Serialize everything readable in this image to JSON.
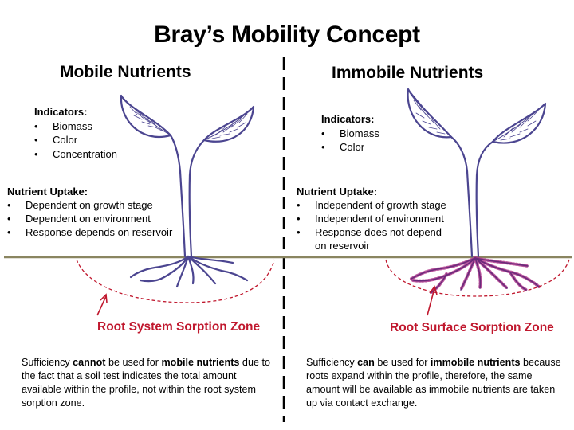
{
  "title": "Bray’s Mobility Concept",
  "left": {
    "heading": "Mobile Nutrients",
    "indicators_heading": "Indicators:",
    "indicators": [
      "Biomass",
      "Color",
      "Concentration"
    ],
    "uptake_heading": "Nutrient Uptake:",
    "uptake": [
      "Dependent on growth stage",
      "Dependent on environment",
      "Response depends on reservoir"
    ],
    "zone_label": "Root System Sorption Zone",
    "note": {
      "pre": "Sufficiency ",
      "b1": "cannot",
      "mid": " be used for ",
      "b2": "mobile nutrients",
      "post": " due to the fact that a soil test indicates the total amount available within the profile, not within the root system sorption zone."
    }
  },
  "right": {
    "heading": "Immobile Nutrients",
    "indicators_heading": "Indicators:",
    "indicators": [
      "Biomass",
      "Color"
    ],
    "uptake_heading": "Nutrient Uptake:",
    "uptake": [
      "Independent of growth stage",
      "Independent of environment",
      "Response does not depend on reservoir"
    ],
    "zone_label": "Root Surface Sorption Zone",
    "note": {
      "pre": "Sufficiency ",
      "b1": "can",
      "mid": " be used for ",
      "b2": "immobile nutrients",
      "post": " because roots expand within the profile, therefore, the same amount will be available as immobile nutrients are taken up via contact exchange."
    }
  },
  "colors": {
    "zone_red": "#c0182e",
    "plant_outline": "#4b4590",
    "root_purple": "#6a2a7a",
    "root_dots": "#b0388c",
    "soil_line": "#8a8560"
  }
}
